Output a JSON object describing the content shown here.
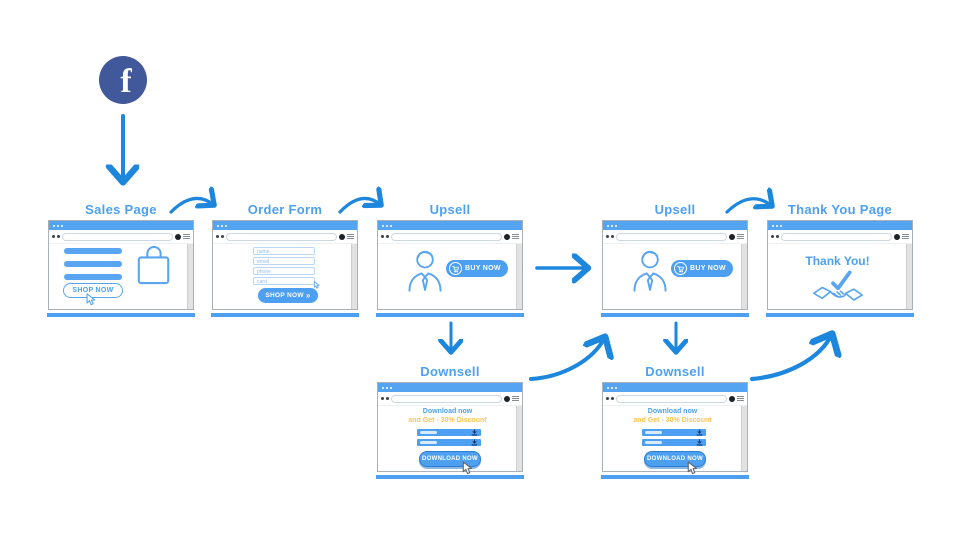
{
  "colors": {
    "arrow_blue": "#1d86dd",
    "light_blue": "#5aa5f0",
    "title_blue": "#4da1f0",
    "fill_blue": "#4d9ff2",
    "facebook_navy": "#41589b",
    "discount_yellow": "#ffc452"
  },
  "facebook": {
    "letter": "f"
  },
  "windows": [
    {
      "id": "sales-page",
      "title": "Sales Page",
      "button": "SHOP NOW"
    },
    {
      "id": "order-form",
      "title": "Order Form",
      "fields": [
        "name",
        "email",
        "phone",
        "card"
      ],
      "button": "SHOP NOW",
      "button_suffix": "»"
    },
    {
      "id": "upsell-1",
      "title": "Upsell",
      "button": "BUY NOW"
    },
    {
      "id": "upsell-2",
      "title": "Upsell",
      "button": "BUY NOW"
    },
    {
      "id": "thank-you-page",
      "title": "Thank You Page",
      "message": "Thank You!"
    },
    {
      "id": "downsell-1",
      "title": "Downsell",
      "line1": "Download now",
      "line2": "and Get - 30% Discount",
      "button": "DOWNLOAD NOW"
    },
    {
      "id": "downsell-2",
      "title": "Downsell",
      "line1": "Download now",
      "line2": "and Get - 30% Discount",
      "button": "DOWNLOAD NOW"
    }
  ]
}
